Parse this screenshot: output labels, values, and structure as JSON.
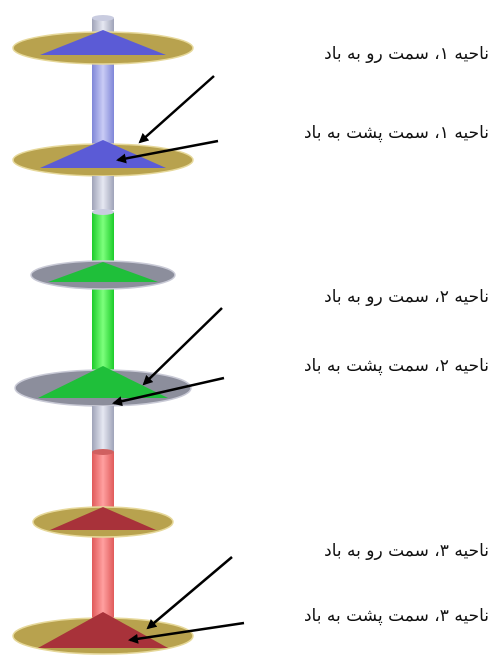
{
  "labels": {
    "zone1_windward": "ناحیه ۱، سمت رو به باد",
    "zone1_leeward": "ناحیه ۱، سمت پشت به باد",
    "zone2_windward": "ناحیه ۲، سمت رو به باد",
    "zone2_leeward": "ناحیه ۲، سمت پشت به باد",
    "zone3_windward": "ناحیه ۳، سمت رو به باد",
    "zone3_leeward": "ناحیه ۳، سمت پشت به باد"
  },
  "colors": {
    "zone1": "#5b5bd6",
    "zone1_shaft": "#aab0ee",
    "zone2": "#1fbf3a",
    "zone2_shaft": "#44ee44",
    "zone3": "#a8323a",
    "zone3_shaft": "#f27a7a",
    "disc_gold": "#b8a24e",
    "disc_gray": "#8c8e9c",
    "disc_rim_gold": "#e6d89a",
    "disc_rim_gray": "#c9cad6",
    "arrow": "#000000"
  }
}
